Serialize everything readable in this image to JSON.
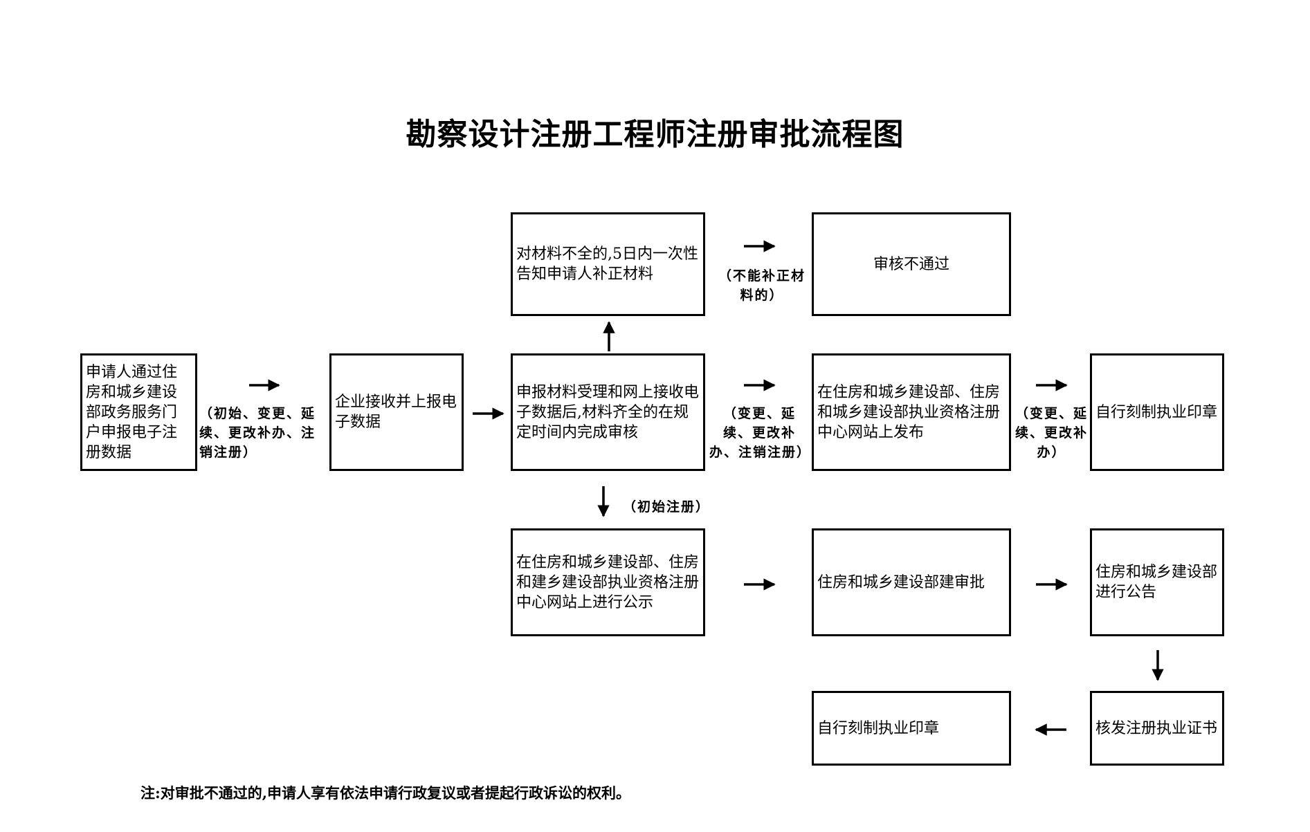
{
  "title": "勘察设计注册工程师注册审批流程图",
  "boxes": {
    "applicant": "申请人通过住房和城乡建设部政务服务门户申报电子注册数据",
    "enterprise": "企业接收并上报电子数据",
    "incomplete": "对材料不全的,5日内一次性告知申请人补正材料",
    "reject": "审核不通过",
    "review": "申报材料受理和网上接收电子数据后,材料齐全的在规定时间内完成审核",
    "publish_site": "在住房和城乡建设部、住房和城乡建设部执业资格注册中心网站上发布",
    "self_seal_1": "自行刻制执业印章",
    "publicity": "在住房和城乡建设部、住房和建乡建设部执业资格注册中心网站上进行公示",
    "ministry_approval": "住房和城乡建设部建审批",
    "announcement": "住房和城乡建设部进行公告",
    "issue_cert": "核发注册执业证书",
    "self_seal_2": "自行刻制执业印章"
  },
  "labels": {
    "types_all": "（初始、变更、延续、更改补办、注销注册）",
    "cannot_supplement": "（不能补正材料的）",
    "types_change": "（变更、延续、更改补办、注销注册）",
    "types_renew": "（变更、延续、更改补办）",
    "initial": "（初始注册）"
  },
  "note": "注:对审批不通过的,申请人享有依法申请行政复议或者提起行政诉讼的权利。"
}
